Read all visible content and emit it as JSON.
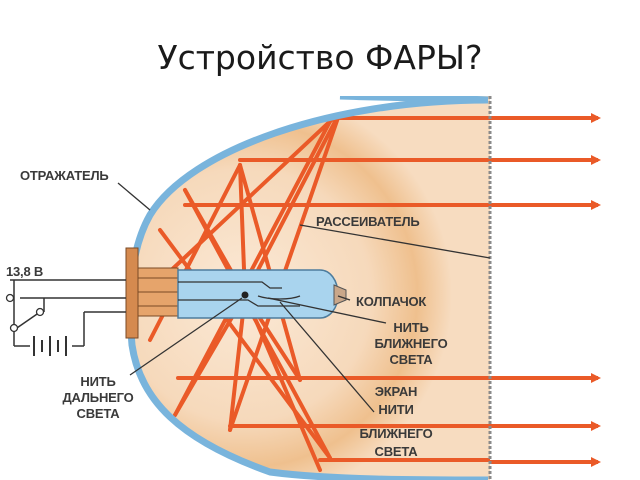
{
  "title": "Устройство ФАРЫ?",
  "diagram": {
    "colors": {
      "reflector": "#79b4dc",
      "beam": "#ea5a28",
      "fill": "#f7dcc0",
      "glow": "#efc08e",
      "bulb": "#a9d4ee",
      "socket": "#d58a4f",
      "line": "#333333"
    },
    "labels": {
      "reflector": "ОТРАЖАТЕЛЬ",
      "voltage": "13,8 В",
      "diffuser": "РАССЕИВАТЕЛЬ",
      "cap": "КОЛПАЧОК",
      "low_filament": [
        "НИТЬ",
        "БЛИЖНЕГО",
        "СВЕТА"
      ],
      "high_filament": [
        "НИТЬ",
        "ДАЛЬНЕГО",
        "СВЕТА"
      ],
      "screen": [
        "ЭКРАН",
        "НИТИ",
        "БЛИЖНЕГО",
        "СВЕТА"
      ]
    }
  }
}
